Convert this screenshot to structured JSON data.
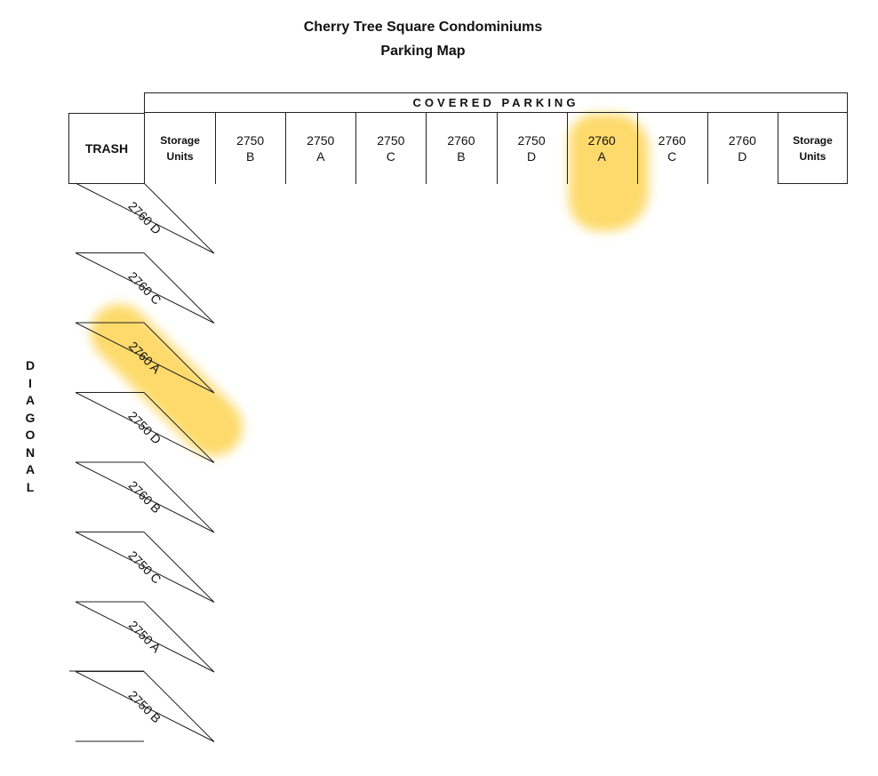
{
  "title": "Cherry Tree Square Condominiums",
  "subtitle": "Parking Map",
  "covered_label": "COVERED PARKING",
  "trash_label": "TRASH",
  "covered_spots": [
    {
      "line1": "Storage",
      "line2": "Units",
      "bold": true
    },
    {
      "line1": "2750",
      "line2": "B"
    },
    {
      "line1": "2750",
      "line2": "A"
    },
    {
      "line1": "2750",
      "line2": "C"
    },
    {
      "line1": "2760",
      "line2": "B"
    },
    {
      "line1": "2750",
      "line2": "D"
    },
    {
      "line1": "2760",
      "line2": "A",
      "highlighted": true
    },
    {
      "line1": "2760",
      "line2": "C"
    },
    {
      "line1": "2760",
      "line2": "D"
    },
    {
      "line1": "Storage",
      "line2": "Units",
      "bold": true
    }
  ],
  "diagonal_spots": [
    {
      "label": "2760 D"
    },
    {
      "label": "2760 C"
    },
    {
      "label": "2760 A",
      "highlighted": true
    },
    {
      "label": "2750 D"
    },
    {
      "label": "2760 B"
    },
    {
      "label": "2750 C"
    },
    {
      "label": "2750 A"
    },
    {
      "label": "2750 B"
    }
  ],
  "diagonal_side_label": [
    "D",
    "I",
    "A",
    "G",
    "O",
    "N",
    "A",
    "L"
  ],
  "highlight_color": "#fcce3a"
}
